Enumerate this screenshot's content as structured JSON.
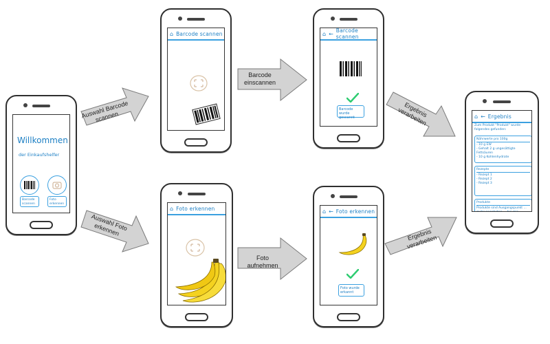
{
  "arrows": {
    "a1": "Auswahl Barcode scannen",
    "a2": "Auswahl Foto erkennen",
    "a3": "Barcode einscannen",
    "a4": "Foto aufnehmen",
    "a5": "Ergebnis verarbeiten",
    "a6": "Ergebnis verarbeiten"
  },
  "welcome": {
    "title": "Willkommen",
    "subtitle": "der Einkaufshelfer",
    "opt_barcode": "Barcode scannen",
    "opt_photo": "Foto erkennen"
  },
  "scan_barcode": {
    "title": "Barcode scannen"
  },
  "barcode_done": {
    "title": "Barcode scannen",
    "status": "Barcode wurde gescannt"
  },
  "recognize_photo": {
    "title": "Foto erkennen"
  },
  "photo_done": {
    "title": "Foto erkennen",
    "status": "Foto wurde erkannt"
  },
  "result": {
    "title": "Ergebnis",
    "intro": "Zum Produkt \"Produkt\" wurde folgendes gefunden:",
    "nutrition_header": "Nährwerte pro 100g",
    "nutrition_items": [
      "- 10 g EW",
      "- Gehalt 2 g ungesättigte Fettsäuren",
      "- 10 g Kohlenhydrate"
    ],
    "recipes_header": "Rezepte",
    "recipes": [
      "- Rezept 1",
      "- Rezept 2",
      "- Rezept 3"
    ],
    "products_header": "Produkte",
    "products_text": "Produkte sind Ausgangspunkt ... mehr angeboten ... bei mir ..."
  },
  "colors": {
    "accent": "#3aa0e0",
    "ink": "#1c7fc4",
    "arrow_fill": "#d3d3d3",
    "check": "#2ecc71",
    "banana": "#f4d21f"
  }
}
